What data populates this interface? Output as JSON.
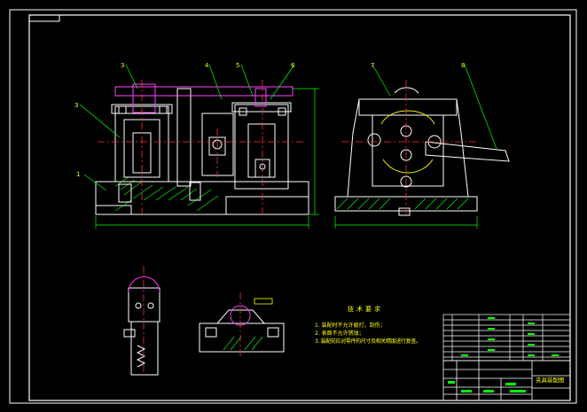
{
  "colors": {
    "background": "#000000",
    "frame": "#ffffff",
    "outline": "#ffffff",
    "center_line": "#ff3030",
    "dimension": "#00ff00",
    "leader": "#00ff00",
    "hatch": "#00ff00",
    "text": "#ffff00",
    "magenta": "#ff44ff",
    "label": "#ffff00"
  },
  "callouts": {
    "c1": "1",
    "c2": "3",
    "c3": "3",
    "c4": "4",
    "c5": "5",
    "c6": "6",
    "c7": "7",
    "c8": "8"
  },
  "tech_requirements": {
    "title": "技术要求",
    "lines": [
      "1. 装配时不允许敲打，刮伤；",
      "2. 表面不允许锈蚀；",
      "3. 装配前应对零件的尺寸及相关精度进行复查。"
    ]
  },
  "title_block": {
    "name": "夹具装配图"
  }
}
